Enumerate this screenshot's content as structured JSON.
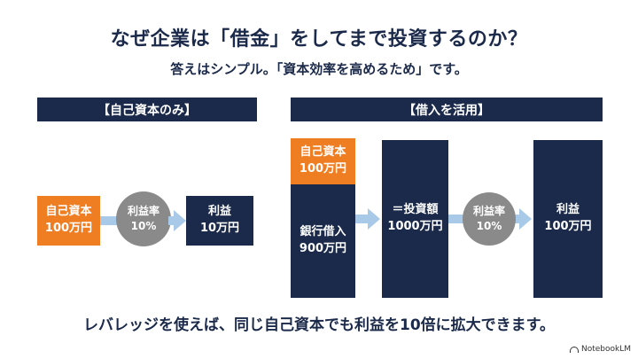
{
  "title": "なぜ企業は「借金」をしてまで投資するのか？",
  "subtitle": "答えはシンプル。「資本効率を高めるため」です。",
  "left_panel": {
    "header": "【自己資本のみ】",
    "equity": {
      "line1": "自己資本",
      "line2": "100万円"
    },
    "rate": {
      "line1": "利益率",
      "line2": "10%"
    },
    "profit": {
      "line1": "利益",
      "line2": "10万円"
    }
  },
  "right_panel": {
    "header": "【借入を活用】",
    "equity": {
      "line1": "自己資本",
      "line2": "100万円"
    },
    "loan": {
      "line1": "銀行借入",
      "line2": "900万円"
    },
    "investment": {
      "line1": "＝投資額",
      "line2": "1000万円"
    },
    "rate": {
      "line1": "利益率",
      "line2": "10%"
    },
    "profit": {
      "line1": "利益",
      "line2": "100万円"
    }
  },
  "conclusion": "レバレッジを使えば、同じ自己資本でも利益を10倍に拡大できます。",
  "brand": "NotebookLM",
  "colors": {
    "navy": "#1b2a4a",
    "orange": "#ef7d22",
    "gray": "#8a8a8a",
    "arrow": "#a9c9e8"
  }
}
